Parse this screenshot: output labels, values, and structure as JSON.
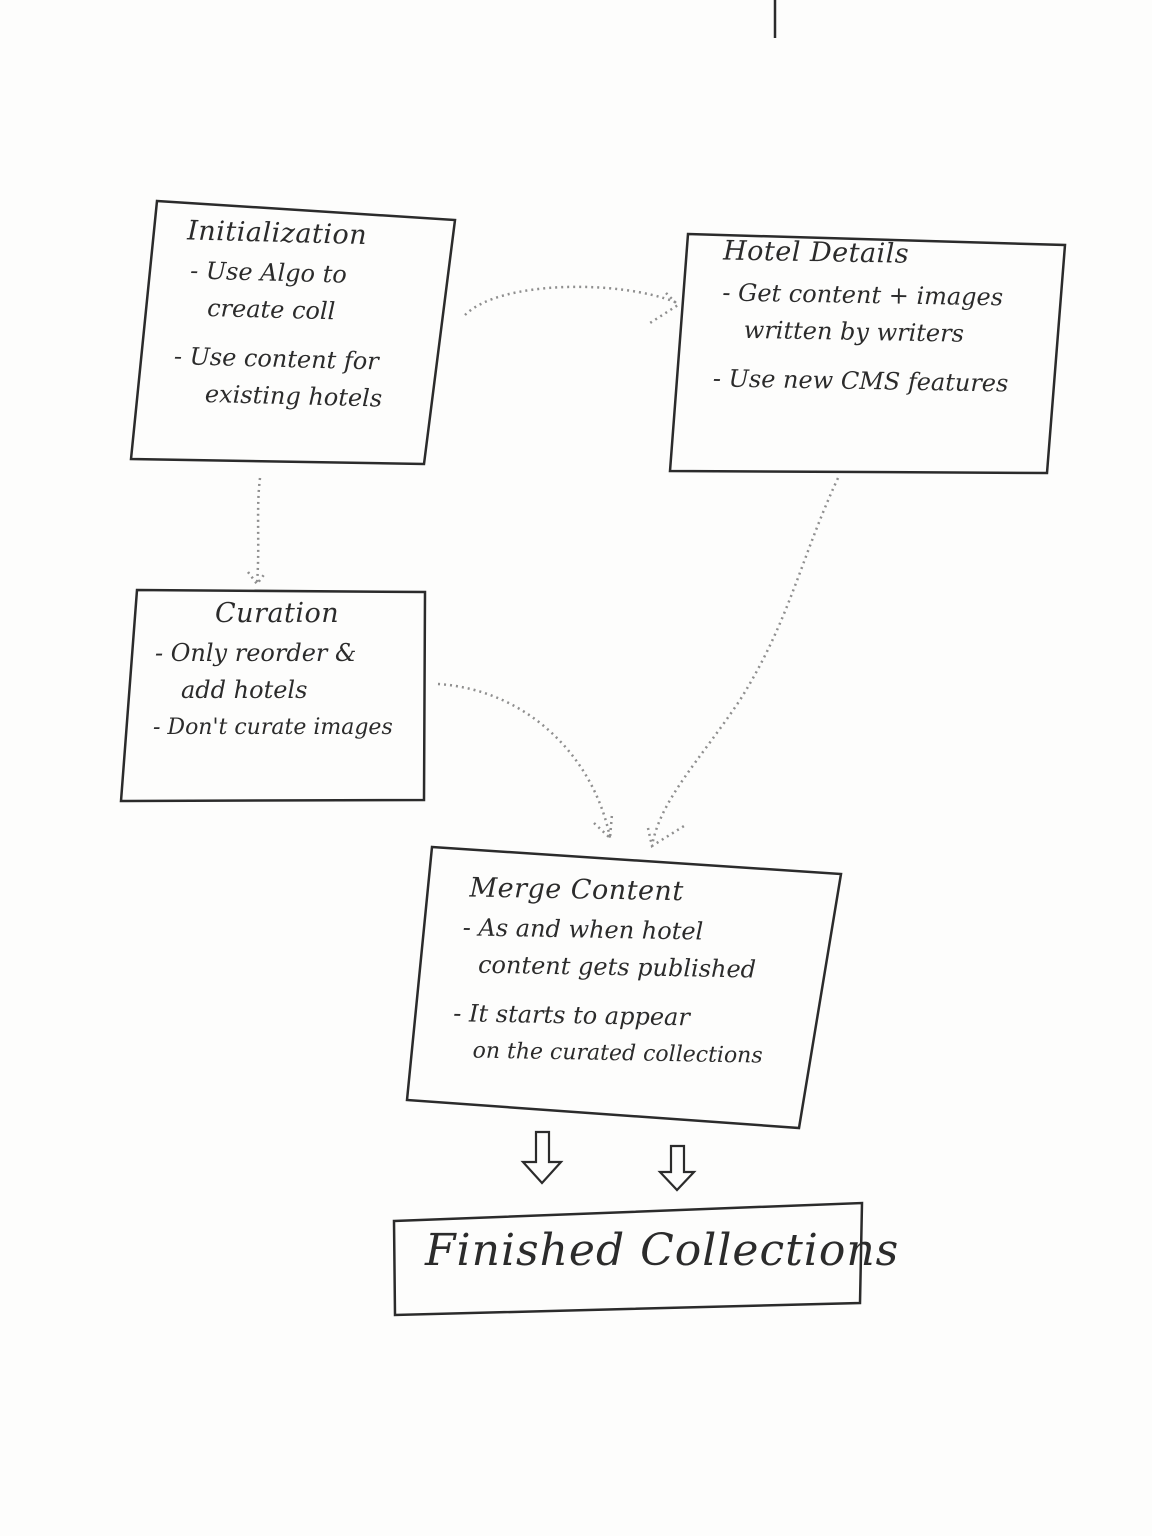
{
  "nodes": {
    "initialization": {
      "title": "Initialization",
      "lines": [
        "- Use Algo to",
        "create coll",
        "- Use content for",
        "existing hotels"
      ]
    },
    "hotel_details": {
      "title": "Hotel Details",
      "lines": [
        "- Get content + images",
        "written by writers",
        "- Use new CMS features"
      ]
    },
    "curation": {
      "title": "Curation",
      "lines": [
        "- Only reorder &",
        "add hotels",
        "- Don't curate images"
      ]
    },
    "merge_content": {
      "title": "Merge Content",
      "lines": [
        "- As and when hotel",
        "content gets published",
        "- It starts to appear",
        "on the curated collections"
      ]
    },
    "finished": {
      "title": "Finished Collections"
    }
  },
  "colors": {
    "ink": "#2b2b2b",
    "dotted": "#8f8f8f",
    "paper": "#fdfdfc"
  }
}
